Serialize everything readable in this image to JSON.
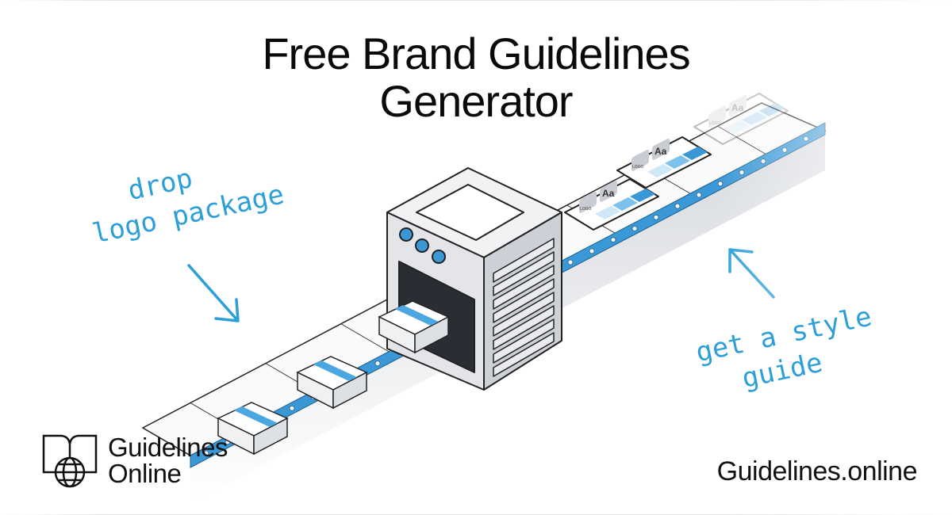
{
  "title_line1": "Free Brand Guidelines",
  "title_line2": "Generator",
  "annotations": {
    "left_line1": "drop",
    "left_line2": "logo package",
    "right_line1": "get a style",
    "right_line2": "guide"
  },
  "card": {
    "type_label": "Aa",
    "logo_label": "LOGO"
  },
  "brand": {
    "name_line1": "Guidelines",
    "name_line2": "Online",
    "logo_icon": "book-globe-icon"
  },
  "website": "Guidelines.online",
  "colors": {
    "accent": "#2c9fd9",
    "rail": "#3a98d6",
    "text": "#0a0a0a"
  }
}
